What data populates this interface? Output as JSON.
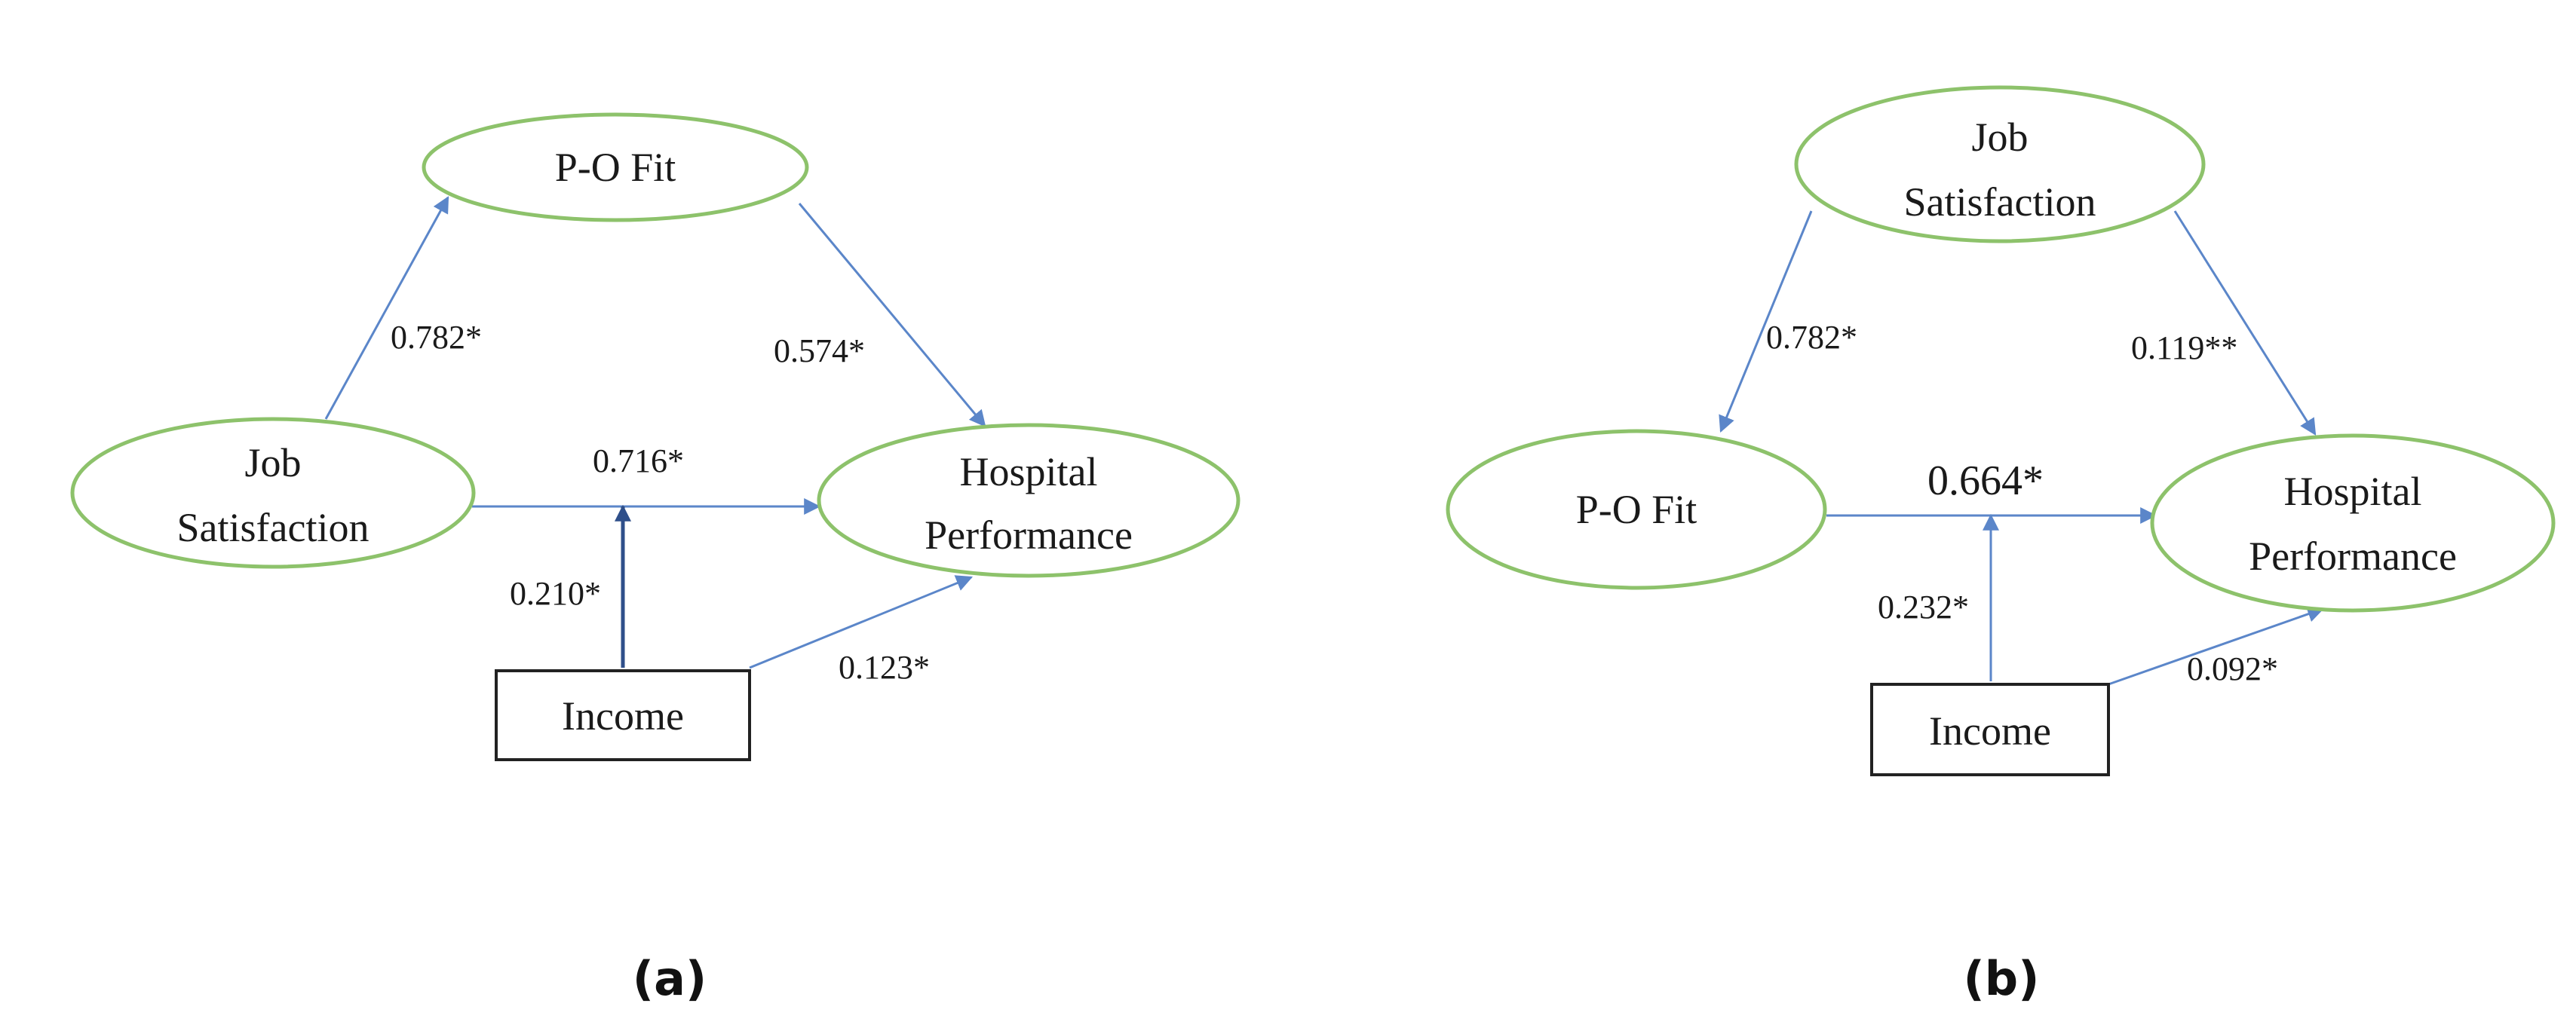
{
  "colors": {
    "ellipse_stroke": "#8dc26b",
    "arrow": "#5b86c9",
    "arrow_dark": "#2f4f8a",
    "box_stroke": "#222222",
    "text": "#1a1a1a"
  },
  "panels": [
    {
      "label": "(a)",
      "nodes": {
        "po_fit": [
          "P-O Fit"
        ],
        "job_satisfaction": [
          "Job",
          "Satisfaction"
        ],
        "hospital_performance": [
          "Hospital",
          "Performance"
        ],
        "income": [
          "Income"
        ]
      },
      "paths": {
        "js_to_po": "0.782*",
        "po_to_hp": "0.574*",
        "js_to_hp": "0.716*",
        "income_moderation": "0.210*",
        "income_to_hp": "0.123*"
      }
    },
    {
      "label": "(b)",
      "nodes": {
        "job_satisfaction": [
          "Job",
          "Satisfaction"
        ],
        "po_fit": [
          "P-O Fit"
        ],
        "hospital_performance": [
          "Hospital",
          "Performance"
        ],
        "income": [
          "Income"
        ]
      },
      "paths": {
        "js_to_po": "0.782*",
        "js_to_hp": "0.119**",
        "po_to_hp": "0.664*",
        "income_moderation": "0.232*",
        "income_to_hp": "0.092*"
      }
    }
  ]
}
